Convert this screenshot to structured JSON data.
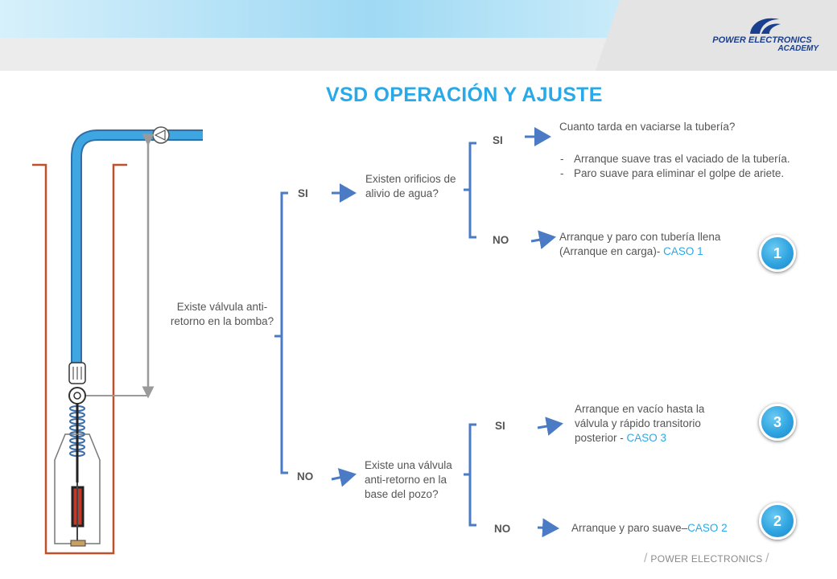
{
  "header": {
    "logo_line1": "POWER ELECTRONICS",
    "logo_line2": "ACADEMY"
  },
  "title": "VSD OPERACIÓN Y AJUSTE",
  "root_question": "Existe válvula anti-retorno en la bomba?",
  "branch_si": {
    "label": "SI",
    "question": "Existen orificios de alivio de agua?",
    "si": {
      "label": "SI",
      "heading": "Cuanto tarda en vaciarse la tubería?",
      "bullets": [
        "Arranque suave tras el vaciado de la tubería.",
        "Paro suave para eliminar el golpe de ariete."
      ]
    },
    "no": {
      "label": "NO",
      "text": "Arranque y paro con tubería llena (Arranque en carga)-",
      "caso": "CASO 1",
      "badge": "1"
    }
  },
  "branch_no": {
    "label": "NO",
    "question": "Existe una válvula anti-retorno en la base del pozo?",
    "si": {
      "label": "SI",
      "text": "Arranque en vacío hasta la válvula y rápido transitorio posterior -",
      "caso": "CASO 3",
      "badge": "3"
    },
    "no": {
      "label": "NO",
      "text": "Arranque y paro suave–",
      "caso": "CASO 2",
      "badge": "2"
    }
  },
  "footer": {
    "text": "POWER ELECTRONICS"
  },
  "colors": {
    "accent_blue": "#2aa9e8",
    "arrow_blue": "#4a7bc4",
    "well_casing": "#c0502a",
    "pipe": "#3ea6e0"
  }
}
